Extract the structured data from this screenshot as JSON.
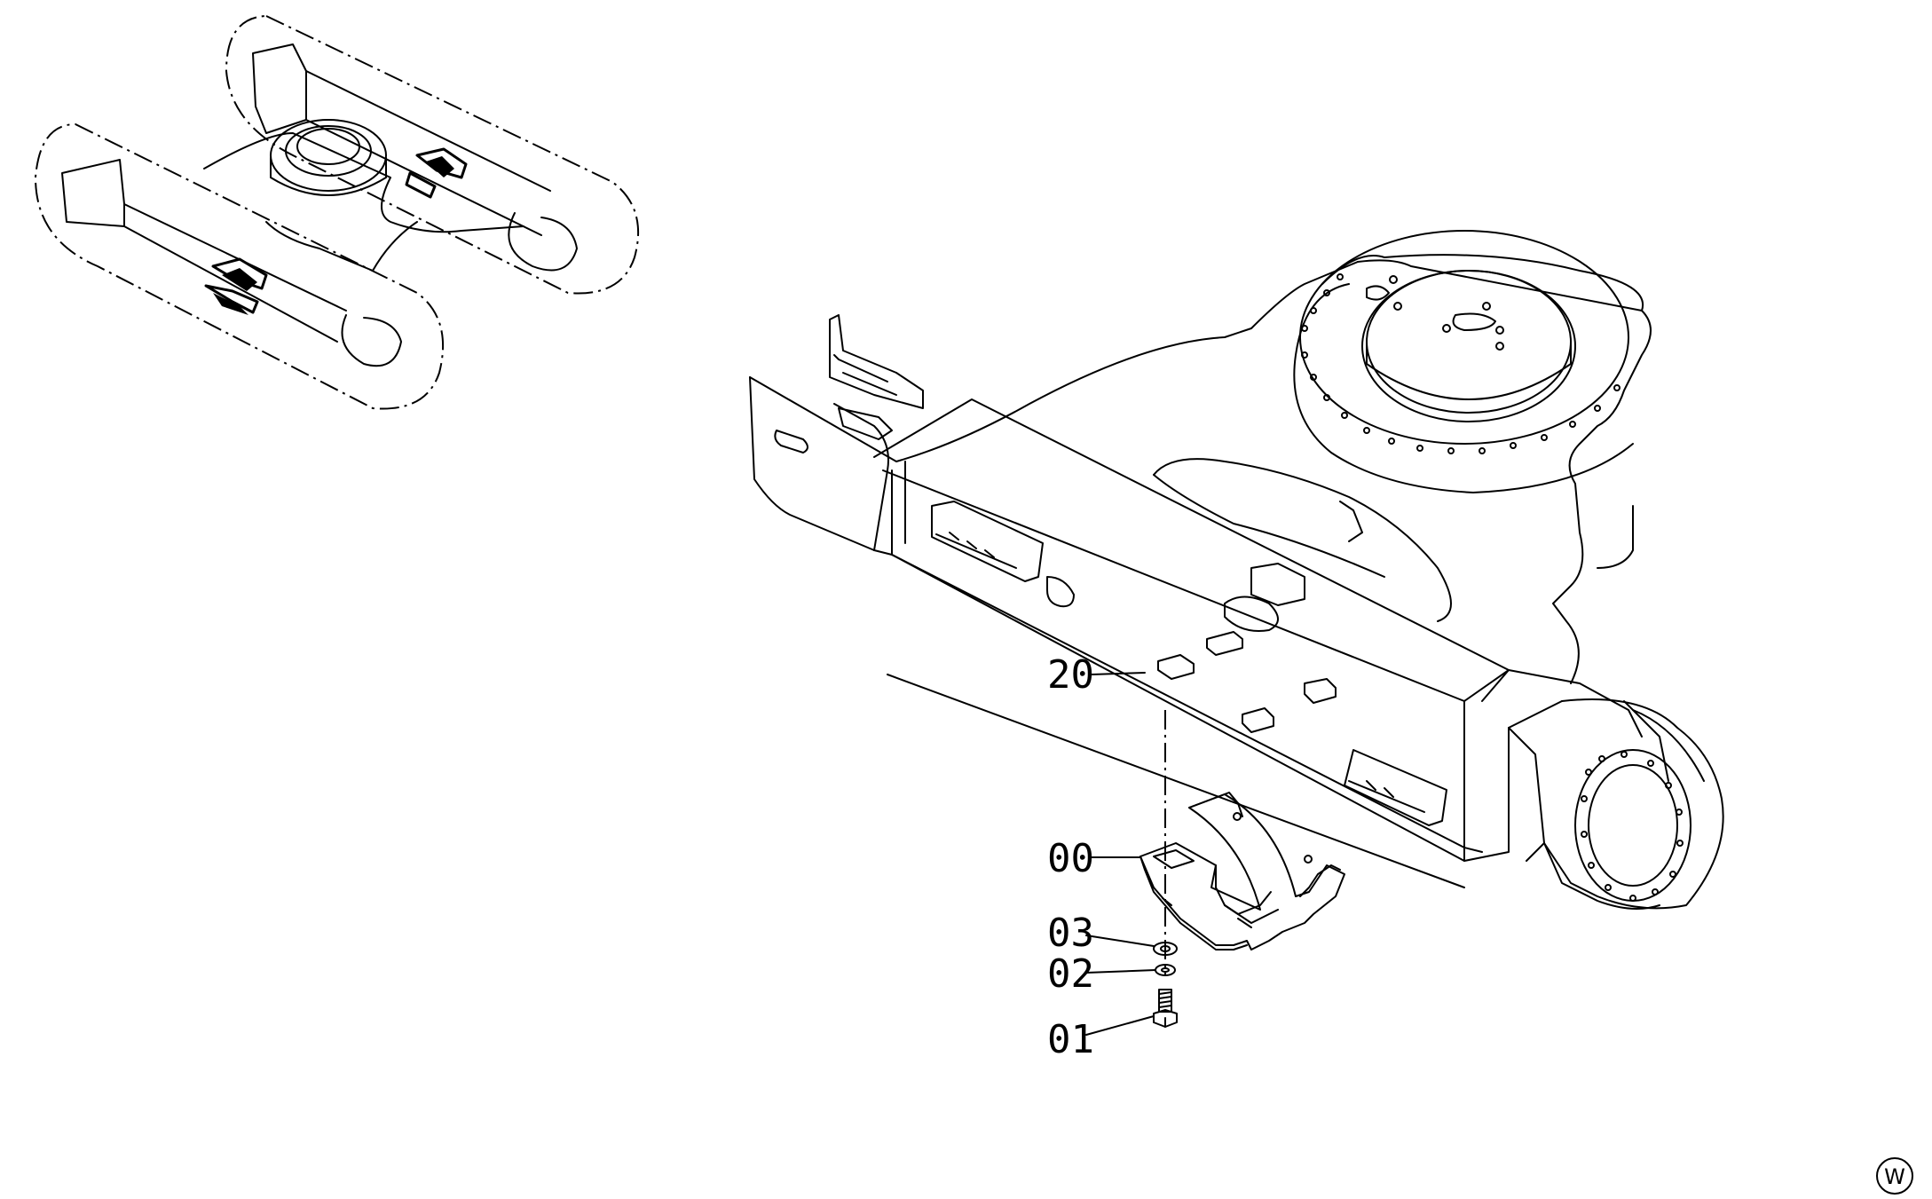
{
  "callouts": [
    {
      "id": "20",
      "label": "20"
    },
    {
      "id": "00",
      "label": "00"
    },
    {
      "id": "03",
      "label": "03"
    },
    {
      "id": "02",
      "label": "02"
    },
    {
      "id": "01",
      "label": "01"
    }
  ],
  "corner_mark": "W"
}
